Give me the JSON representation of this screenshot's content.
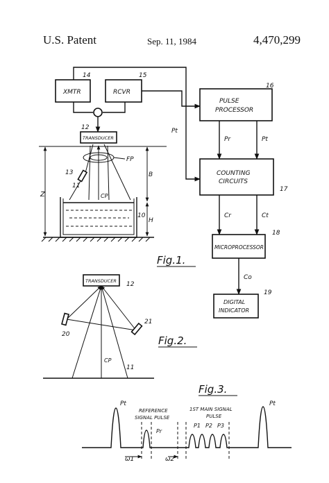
{
  "header": {
    "left": "U.S. Patent",
    "date": "Sep. 11, 1984",
    "number": "4,470,299"
  },
  "fig1": {
    "xmtr": "XMTR",
    "rcvr": "RCVR",
    "transducer": "TRANSDUCER",
    "pulse_processor_1": "PULSE",
    "pulse_processor_2": "PROCESSOR",
    "counting_1": "COUNTING",
    "counting_2": "CIRCUITS",
    "microprocessor": "MICROPROCESSOR",
    "digital_1": "DIGITAL",
    "digital_2": "INDICATOR",
    "ref": {
      "r14": "14",
      "r15": "15",
      "r16": "16",
      "r12": "12",
      "r13": "13",
      "r11": "11",
      "r10": "10",
      "r17": "17",
      "r18": "18",
      "r19": "19"
    },
    "fp": "FP",
    "cp": "CP",
    "b": "B",
    "h": "H",
    "z": "Z",
    "pt_in": "Pt",
    "pr": "Pr",
    "pt": "Pt",
    "cr": "Cr",
    "ct": "Ct",
    "co": "Co",
    "title": "Fig.1."
  },
  "fig2": {
    "transducer": "TRANSDUCER",
    "r12": "12",
    "r20": "20",
    "r21": "21",
    "cp": "CP",
    "r11": "11",
    "title": "Fig.2."
  },
  "fig3": {
    "title": "Fig.3.",
    "pt_left": "Pt",
    "pt_right": "Pt",
    "ref_1": "REFERENCE",
    "ref_2": "SIGNAL PULSE",
    "pr": "Pr",
    "main_1": "1ST MAIN SIGNAL",
    "main_2": "PULSE",
    "p1": "P1",
    "p2": "P2",
    "p3": "P3",
    "w1": "ω1",
    "w2": "ω2"
  }
}
